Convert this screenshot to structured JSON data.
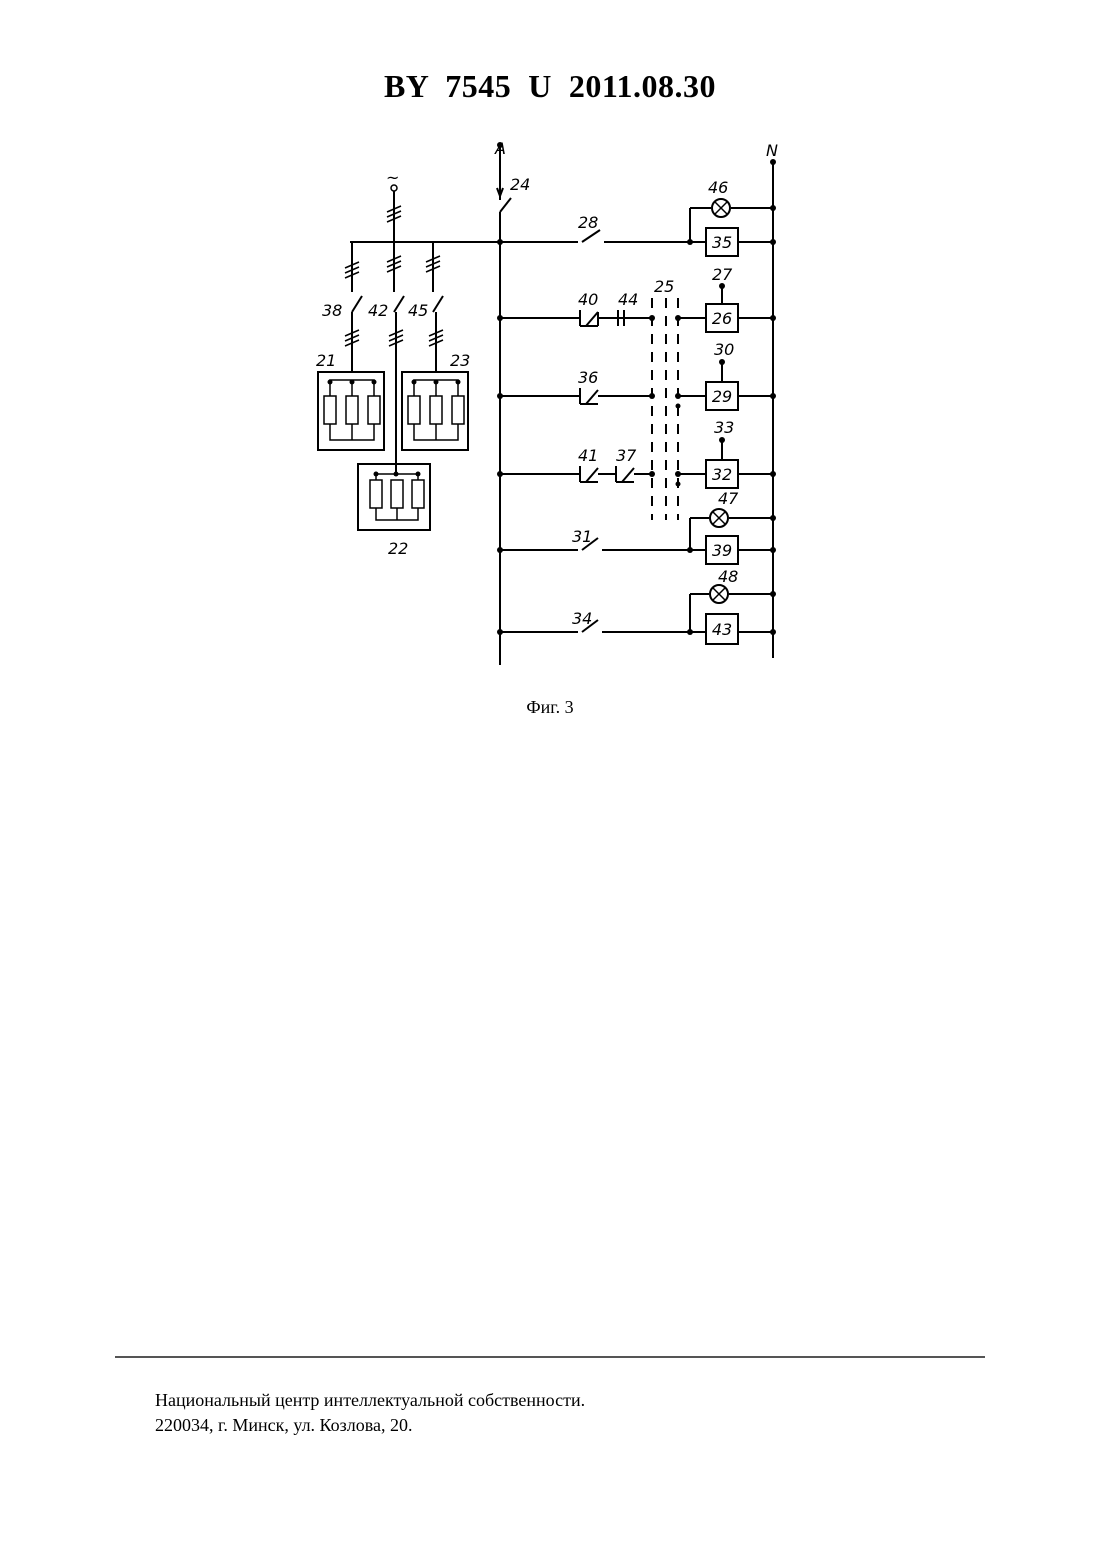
{
  "header": {
    "title": "BY  7545  U  2011.08.30"
  },
  "figure": {
    "caption": "Фиг. 3",
    "bus_labels": {
      "left": "A",
      "right": "N"
    },
    "supply_symbol": "~",
    "labels": {
      "l24": "24",
      "l28": "28",
      "l46": "46",
      "l35": "35",
      "l38": "38",
      "l42": "42",
      "l45": "45",
      "l21": "21",
      "l23": "23",
      "l22": "22",
      "l40": "40",
      "l44": "44",
      "l25": "25",
      "l27": "27",
      "l26": "26",
      "l30": "30",
      "l36": "36",
      "l29": "29",
      "l33": "33",
      "l41": "41",
      "l37": "37",
      "l32": "32",
      "l47": "47",
      "l31": "31",
      "l39": "39",
      "l48": "48",
      "l34": "34",
      "l43": "43"
    }
  },
  "footer": {
    "line1": "Национальный центр интеллектуальной собственности.",
    "line2": "220034, г. Минск, ул. Козлова, 20."
  }
}
